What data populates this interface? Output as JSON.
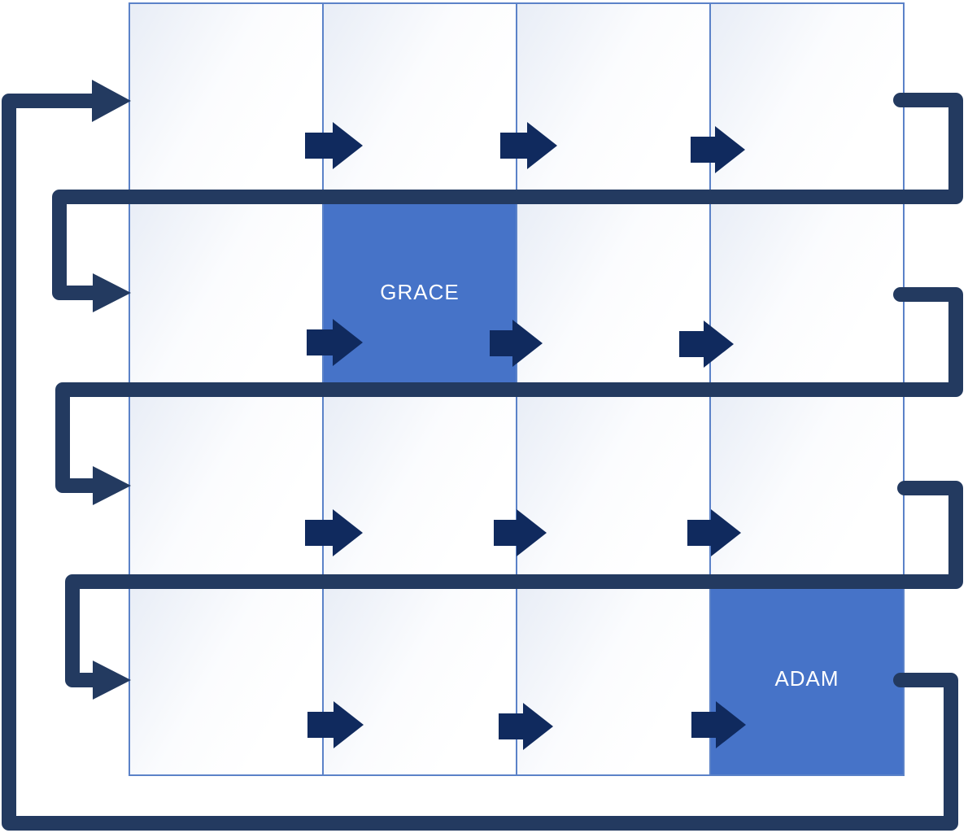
{
  "diagram": {
    "description": "4x4 grid with serpentine left-to-right flow connectors and block arrows",
    "rows": 4,
    "cols": 4,
    "flow_direction": "left-to-right in every row, wrapping top-to-bottom and looping back to start",
    "highlighted": [
      {
        "row": 2,
        "col": 2,
        "label": "GRACE"
      },
      {
        "row": 4,
        "col": 4,
        "label": "ADAM"
      }
    ],
    "inner_flow_arrows_per_row": 3,
    "row_entry_arrows": 4,
    "colors": {
      "connector": "#233a60",
      "flow_arrow": "#102a5e",
      "highlight_fill": "#4673c8",
      "cell_border": "#5b82c8",
      "cell_fill_light": "#e8edf6",
      "label_text": "#ffffff",
      "background": "#ffffff"
    },
    "icons": {
      "entry_arrow": "entry-arrow-icon",
      "flow_arrow": "flow-arrow-icon"
    }
  }
}
